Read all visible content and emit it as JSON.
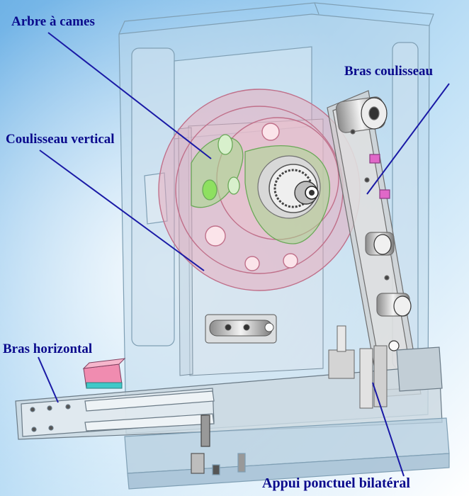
{
  "labels": {
    "arbre_a_cames": "Arbre à cames",
    "bras_coulisseau": "Bras coulisseau",
    "coulisseau_vertical": "Coulisseau vertical",
    "bras_horizontal": "Bras horizontal",
    "appui_ponctuel": "Appui ponctuel bilatéral"
  },
  "colors": {
    "label_text": "#0a0a8c",
    "leader_line": "#1a1aa6",
    "background_sky": "#8ec8ee",
    "frame_glass": "#bcd6e8",
    "cam_pink": "#e8a6b8",
    "cam_green": "#a8d890",
    "metal": "#c8c8c8"
  }
}
